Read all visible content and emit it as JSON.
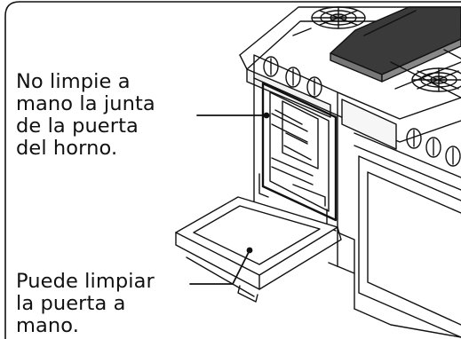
{
  "figure": {
    "callouts": [
      {
        "id": "gasket",
        "lines": [
          "No limpie a",
          "mano la junta",
          "de la puerta",
          "del horno."
        ]
      },
      {
        "id": "door",
        "lines": [
          "Puede limpiar",
          "la puerta a",
          "mano."
        ]
      }
    ]
  }
}
